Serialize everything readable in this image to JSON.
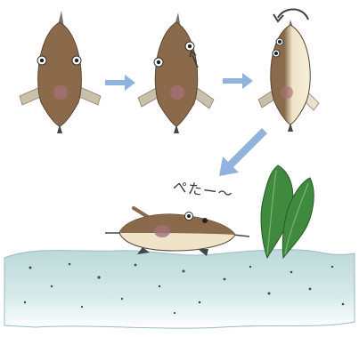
{
  "caption": "ぺたー〜",
  "colors": {
    "fish_body": "#8a6a4a",
    "fish_belly": "#efe4c8",
    "fish_spot": "#a5707a",
    "fins": "#c8c0a8",
    "arrow": "#8fb3dc",
    "curve_arrow": "#404040",
    "water": "#c8e0e0",
    "water_edge": "#9cbcc0",
    "pebble": "#3a5050",
    "seaweed": "#3f8a3f",
    "seaweed_light": "#79b56a",
    "ink": "#2a2a2a"
  },
  "icons": {
    "step_arrow": "right-arrow",
    "diagonal_arrow": "down-left-arrow",
    "rotate": "curved-arrow",
    "eye_move": "small-arrow"
  }
}
